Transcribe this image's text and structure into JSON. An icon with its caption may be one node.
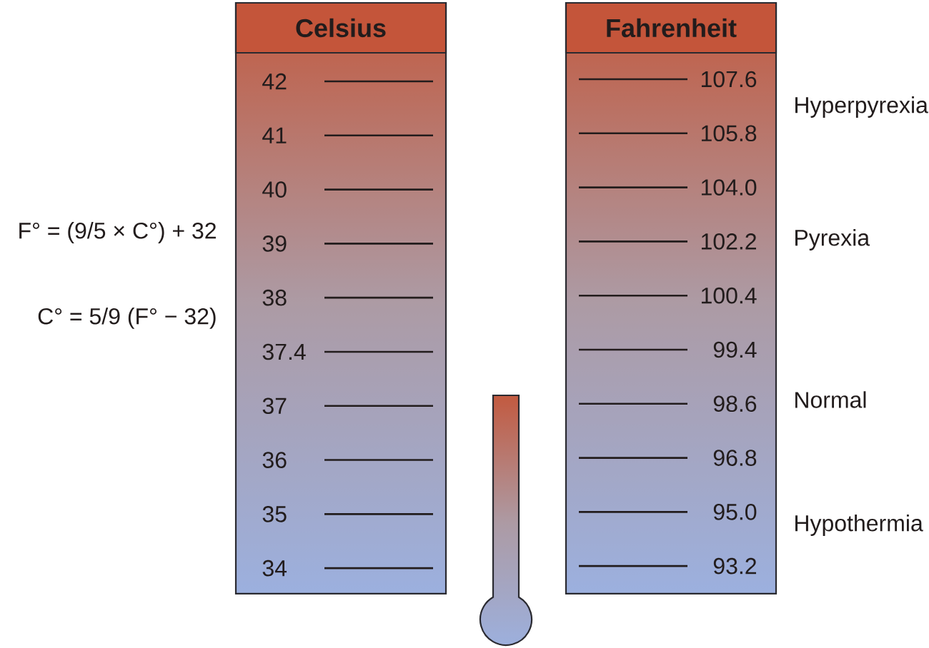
{
  "diagram": {
    "nodes": [
      {
        "text": [
          "Celsius",
          "42",
          "41",
          "40",
          "39",
          "38",
          "37.4",
          "37",
          "36",
          "35",
          "34"
        ]
      },
      {
        "text": [
          "Fahrenheit",
          "107.6",
          "105.8",
          "104.0",
          "102.2",
          "100.4",
          "99.4",
          "98.6",
          "96.8",
          "95.0",
          "93.2"
        ]
      }
    ],
    "labels": [
      "F° = (9/5 × C°) + 32",
      "C° = 5/9 (F° − 32)",
      "Hyperpyrexia",
      "Pyrexia",
      "Normal",
      "Hypothermia"
    ]
  }
}
